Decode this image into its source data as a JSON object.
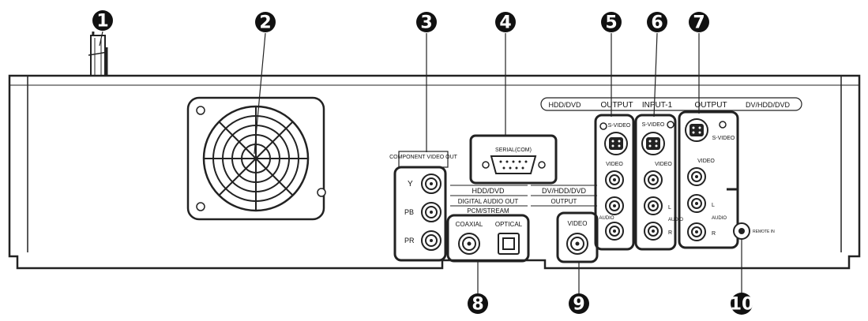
{
  "callouts": [
    "1",
    "2",
    "3",
    "4",
    "5",
    "6",
    "7",
    "8",
    "9",
    "10"
  ],
  "labels": {
    "hdd_dvd_top": "HDD/DVD",
    "output_5": "OUTPUT",
    "input_6": "INPUT-1",
    "output_7": "OUTPUT",
    "dv_hdd_dvd_top": "DV/HDD/DVD",
    "component_video_out": "COMPONENT VIDEO OUT",
    "comp_y": "Y",
    "comp_pb": "PB",
    "comp_pr": "PR",
    "serial_port": "SERIAL(COM)",
    "hdd_dvd_digital": "HDD/DVD",
    "digital_audio_out": "DIGITAL AUDIO OUT",
    "pcm_stream": "PCM/STREAM",
    "coaxial": "COAXIAL",
    "optical": "OPTICAL",
    "dv_hdd_dvd_output": "DV/HDD/DVD",
    "output_mid": "OUTPUT",
    "video_9": "VIDEO",
    "svideo": "S-VIDEO",
    "video": "VIDEO",
    "audio": "AUDIO",
    "l": "L",
    "r": "R",
    "remote_in": "REMOTE IN"
  }
}
